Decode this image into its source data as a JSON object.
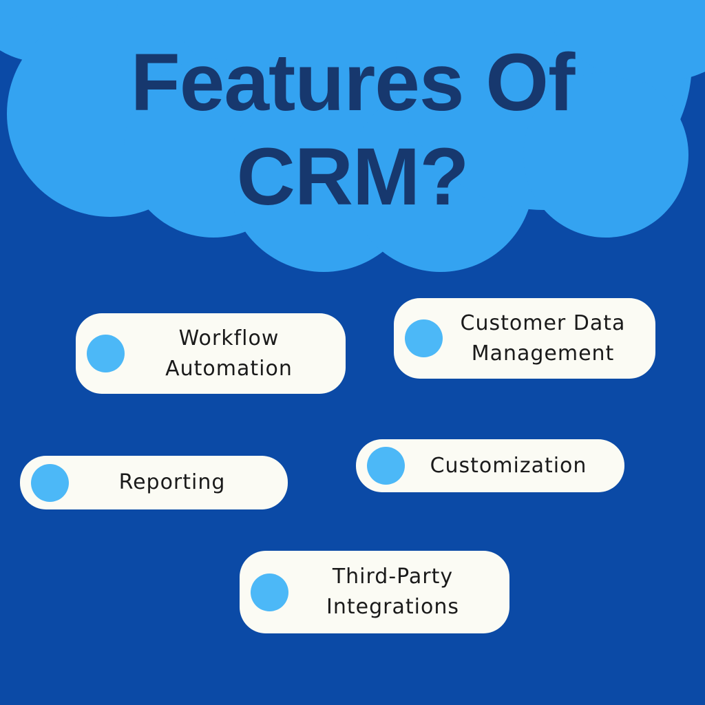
{
  "title": {
    "line1": "Features Of",
    "line2": "CRM?"
  },
  "features": [
    {
      "lines": [
        "Workflow",
        "Automation"
      ]
    },
    {
      "lines": [
        "Customer Data",
        "Management"
      ]
    },
    {
      "lines": [
        "Reporting"
      ]
    },
    {
      "lines": [
        "Customization"
      ]
    },
    {
      "lines": [
        "Third-Party",
        "Integrations"
      ]
    }
  ],
  "colors": {
    "background": "#0B4AA6",
    "cloud": "#34A3F1",
    "title-text": "#17386E",
    "bullet": "#4CB8F7",
    "card-bg": "#FBFBF4",
    "card-text": "#1A1A1A"
  }
}
